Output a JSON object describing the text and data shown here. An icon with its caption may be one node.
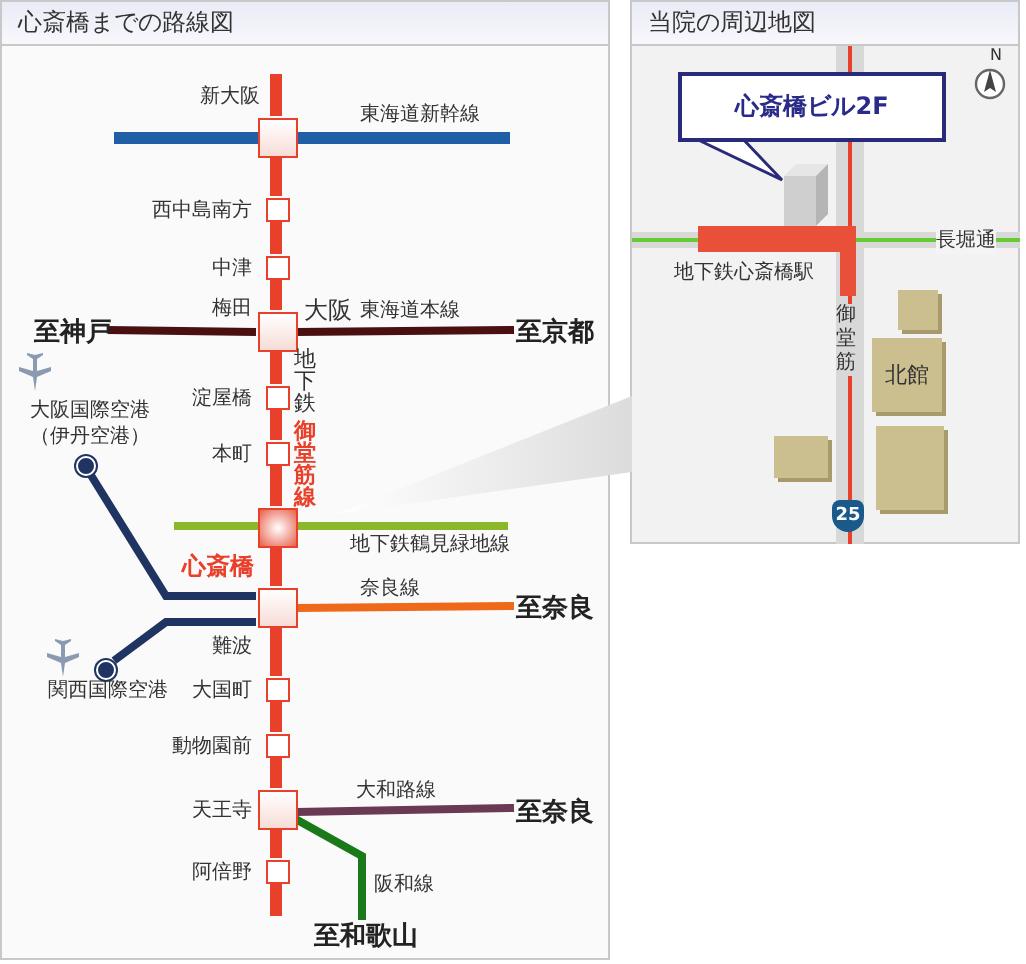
{
  "diagram": {
    "nodes": [
      {
        "text": [
          "心斎橋までの路線図"
        ]
      },
      {
        "text": [
          "当院の周辺地図"
        ]
      },
      {
        "text": [],
        "shape": "box",
        "in": 0,
        "beside": [
          "新大阪"
        ]
      },
      {
        "text": [],
        "shape": "box",
        "in": 0,
        "beside": [
          "西中島南方"
        ]
      },
      {
        "text": [],
        "shape": "box",
        "in": 0,
        "beside": [
          "中津"
        ]
      },
      {
        "text": [],
        "shape": "box",
        "in": 0,
        "beside": [
          "梅田",
          "大阪"
        ]
      },
      {
        "text": [],
        "shape": "box",
        "in": 0,
        "beside": [
          "淀屋橋"
        ]
      },
      {
        "text": [],
        "shape": "box",
        "in": 0,
        "beside": [
          "本町"
        ]
      },
      {
        "text": [],
        "shape": "box",
        "in": 0,
        "beside": [
          "心斎橋"
        ]
      },
      {
        "text": [],
        "shape": "box",
        "in": 0,
        "beside": [
          "難波"
        ]
      },
      {
        "text": [],
        "shape": "box",
        "in": 0,
        "beside": [
          "大国町"
        ]
      },
      {
        "text": [],
        "shape": "box",
        "in": 0,
        "beside": [
          "動物園前"
        ]
      },
      {
        "text": [],
        "shape": "box",
        "in": 0,
        "beside": [
          "天王寺"
        ]
      },
      {
        "text": [],
        "shape": "box",
        "in": 0,
        "beside": [
          "阿倍野"
        ]
      },
      {
        "text": [
          "至神戸"
        ],
        "in": 0
      },
      {
        "text": [
          "至京都"
        ],
        "in": 0
      },
      {
        "text": [
          "至奈良"
        ],
        "in": 0
      },
      {
        "text": [
          "至奈良"
        ],
        "in": 0
      },
      {
        "text": [
          "至和歌山"
        ],
        "in": 0
      },
      {
        "text": [],
        "shape": "circle",
        "in": 0,
        "beside": [
          "大阪国際空港（伊丹空港）"
        ]
      },
      {
        "text": [],
        "shape": "circle",
        "in": 0,
        "beside": [
          "関西国際空港"
        ]
      },
      {
        "text": [
          "心斎橋ビル2F"
        ],
        "in": 1
      },
      {
        "text": [
          "北館"
        ],
        "in": 1
      }
    ],
    "edges": [
      {
        "from": 2,
        "to": 3,
        "arrow": "none"
      },
      {
        "from": 3,
        "to": 4,
        "arrow": "none"
      },
      {
        "from": 4,
        "to": 5,
        "arrow": "none"
      },
      {
        "from": 5,
        "to": 6,
        "arrow": "none"
      },
      {
        "from": 6,
        "to": 7,
        "arrow": "none"
      },
      {
        "from": 7,
        "to": 8,
        "arrow": "none"
      },
      {
        "from": 8,
        "to": 9,
        "arrow": "none"
      },
      {
        "from": 9,
        "to": 10,
        "arrow": "none"
      },
      {
        "from": 10,
        "to": 11,
        "arrow": "none"
      },
      {
        "from": 11,
        "to": 12,
        "arrow": "none"
      },
      {
        "from": 12,
        "to": 13,
        "arrow": "none"
      },
      {
        "from": 14,
        "to": 5,
        "arrow": "none",
        "color": "#4a1010"
      },
      {
        "from": 5,
        "to": 15,
        "arrow": "none",
        "color": "#4a1010",
        "label": "東海道本線"
      },
      {
        "from": 9,
        "to": 16,
        "arrow": "none",
        "color": "#ee6a1a",
        "label": "奈良線"
      },
      {
        "from": 12,
        "to": 17,
        "arrow": "none",
        "color": "#6a3a55",
        "label": "大和路線"
      },
      {
        "from": 12,
        "to": 18,
        "arrow": "none",
        "color": "#1a7a1a",
        "label": "阪和線"
      },
      {
        "from": 19,
        "to": 9,
        "arrow": "none",
        "color": "#1f3460"
      },
      {
        "from": 20,
        "to": 9,
        "arrow": "none",
        "color": "#1f3460"
      }
    ],
    "labels": [
      "東海道新幹線",
      "地下鉄",
      "御堂筋線",
      "地下鉄鶴見緑地線",
      "N",
      "長堀通",
      "地下鉄心斎橋駅",
      "御堂筋",
      "25"
    ]
  }
}
